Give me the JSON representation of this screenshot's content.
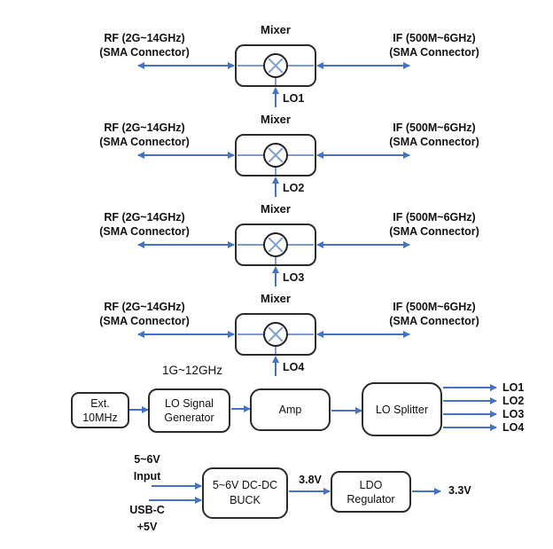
{
  "colors": {
    "arrow_blue": "#4472C4",
    "mixer_inner_blue": "#7E9CD3",
    "box_border": "#2b2b2b",
    "text": "#111111",
    "background": "#ffffff"
  },
  "mixers": {
    "rows": [
      {
        "rf_line1": "RF (2G~14GHz)",
        "rf_line2": "(SMA Connector)",
        "box_label": "Mixer",
        "if_line1": "IF (500M~6GHz)",
        "if_line2": "(SMA Connector)",
        "lo_label": "LO1"
      },
      {
        "rf_line1": "RF (2G~14GHz)",
        "rf_line2": "(SMA Connector)",
        "box_label": "Mixer",
        "if_line1": "IF (500M~6GHz)",
        "if_line2": "(SMA Connector)",
        "lo_label": "LO2"
      },
      {
        "rf_line1": "RF (2G~14GHz)",
        "rf_line2": "(SMA Connector)",
        "box_label": "Mixer",
        "if_line1": "IF (500M~6GHz)",
        "if_line2": "(SMA Connector)",
        "lo_label": "LO3"
      },
      {
        "rf_line1": "RF (2G~14GHz)",
        "rf_line2": "(SMA Connector)",
        "box_label": "Mixer",
        "if_line1": "IF (500M~6GHz)",
        "if_line2": "(SMA Connector)",
        "lo_label": "LO4"
      }
    ]
  },
  "lo_chain": {
    "freq_label": "1G~12GHz",
    "ext_line1": "Ext.",
    "ext_line2": "10MHz",
    "gen_line1": "LO Signal",
    "gen_line2": "Generator",
    "amp_label": "Amp",
    "splitter_label": "LO Splitter",
    "outputs": [
      "LO1",
      "LO2",
      "LO3",
      "LO4"
    ]
  },
  "power": {
    "in1_line1": "5~6V",
    "in1_line2": "Input",
    "in2_line1": "USB-C",
    "in2_line2": "+5V",
    "buck_line1": "5~6V DC-DC",
    "buck_line2": "BUCK",
    "mid_label": "3.8V",
    "ldo_line1": "LDO",
    "ldo_line2": "Regulator",
    "out_label": "3.3V"
  }
}
